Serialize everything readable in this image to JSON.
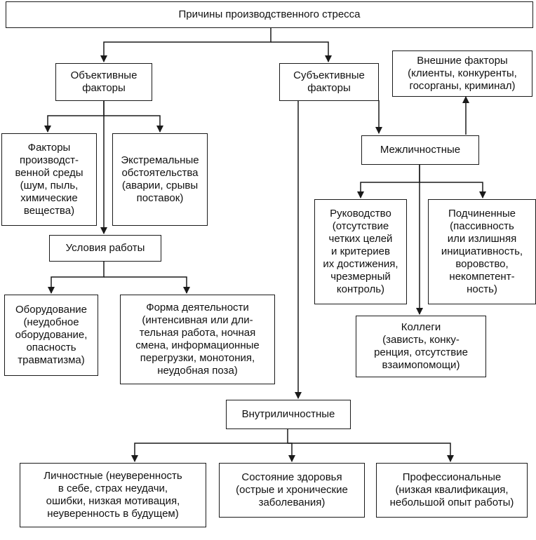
{
  "boxes": {
    "root": "Причины производственного стресса",
    "objective": "Объективные\nфакторы",
    "subjective": "Субъективные\nфакторы",
    "external": "Внешние факторы\n(клиенты, конкуренты,\nгосорганы, криминал)",
    "production_env": "Факторы\nпроизводст-\nвенной среды\n(шум, пыль,\nхимические\nвещества)",
    "extreme": "Экстремальные\nобстоятельства\n(аварии, срывы\nпоставок)",
    "interpersonal": "Межличностные",
    "management": "Руководство\n(отсутствие\nчетких целей\nи критериев\nих достижения,\nчрезмерный\nконтроль)",
    "subordinates": "Подчиненные\n(пассивность\nили излишняя\nинициативность,\nворовство,\nнекомпетент-\nность)",
    "work_conditions": "Условия  работы",
    "equipment": "Оборудование\n(неудобное\nоборудование,\nопасность\nтравматизма)",
    "activity_form": "Форма деятельности\n(интенсивная или дли-\nтельная работа, ночная\nсмена, информационные\nперегрузки, монотония,\nнеудобная поза)",
    "colleagues": "Коллеги\n(зависть, конку-\nренция, отсутствие\nвзаимопомощи)",
    "intrapersonal": "Внутриличностные",
    "personal": "Личностные (неуверенность\nв себе, страх неудачи,\nошибки, низкая мотивация,\nнеуверенность в будущем)",
    "health": "Состояние здоровья\n(острые и хронические\nзаболевания)",
    "professional": "Профессиональные\n(низкая квалификация,\nнебольшой опыт работы)"
  }
}
